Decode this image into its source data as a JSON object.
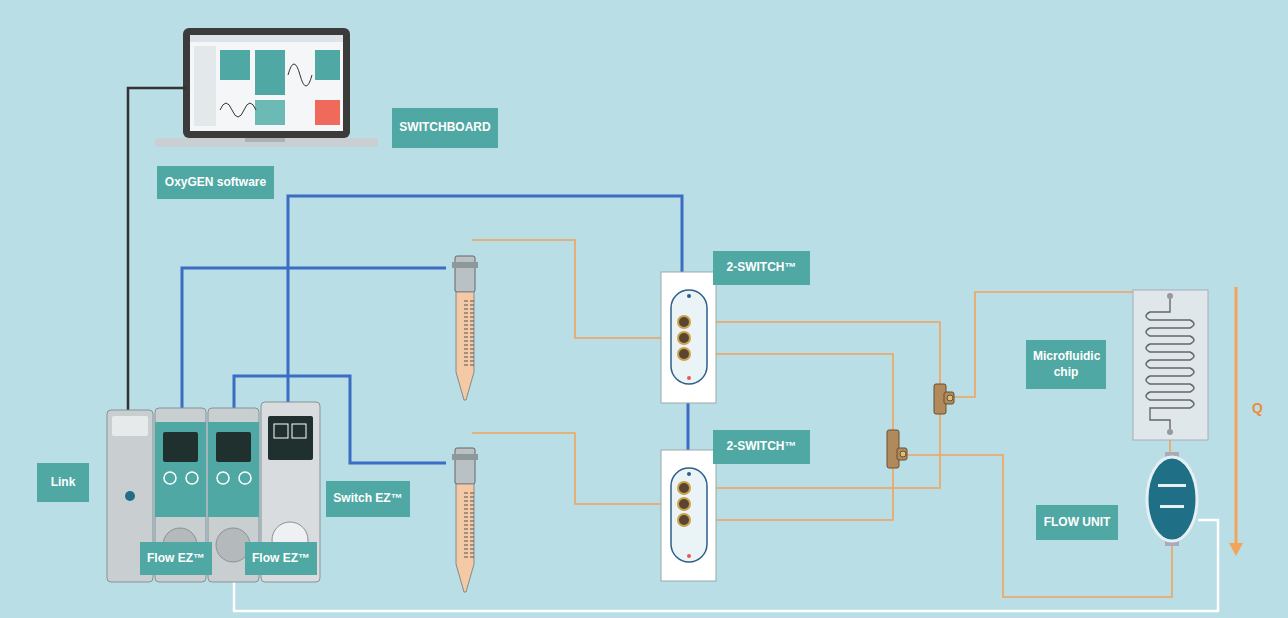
{
  "diagram": {
    "nodes": [
      {
        "text": [
          "SWITCHBOARD"
        ]
      },
      {
        "text": [
          "OxyGEN software"
        ]
      },
      {
        "text": [
          "2-SWITCH™"
        ]
      },
      {
        "text": [
          "2-SWITCH™"
        ]
      },
      {
        "text": [
          "Microfluidic chip"
        ]
      },
      {
        "text": [
          "FLOW UNIT"
        ]
      },
      {
        "text": [
          "Link"
        ]
      },
      {
        "text": [
          "Flow EZ™"
        ]
      },
      {
        "text": [
          "Flow EZ™"
        ]
      },
      {
        "text": [
          "Switch EZ™"
        ]
      }
    ],
    "labels": [
      "Q"
    ]
  }
}
